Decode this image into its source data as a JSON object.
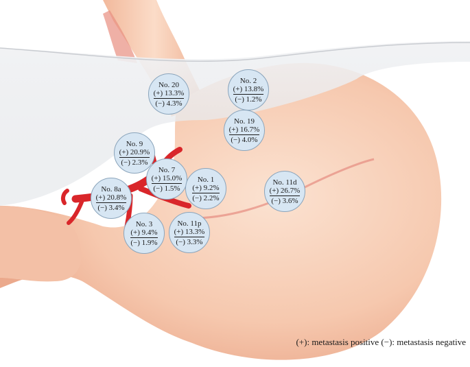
{
  "nodes": [
    {
      "label": "No. 20",
      "positive": "(+) 13.3%",
      "negative": "(−) 4.3%"
    },
    {
      "label": "No. 2",
      "positive": "(+) 13.8%",
      "negative": "(−) 1.2%"
    },
    {
      "label": "No. 19",
      "positive": "(+) 16.7%",
      "negative": "(−) 4.0%"
    },
    {
      "label": "No. 9",
      "positive": "(+) 20.9%",
      "negative": "(−) 2.3%"
    },
    {
      "label": "No. 7",
      "positive": "(+) 15.0%",
      "negative": "(−) 1.5%"
    },
    {
      "label": "No. 1",
      "positive": "(+) 9.2%",
      "negative": "(−) 2.2%"
    },
    {
      "label": "No. 11d",
      "positive": "(+) 26.7%",
      "negative": "(−) 3.6%"
    },
    {
      "label": "No. 8a",
      "positive": "(+) 20.8%",
      "negative": "(−) 3.4%"
    },
    {
      "label": "No. 3",
      "positive": "(+) 9.4%",
      "negative": "(−) 1.9%"
    },
    {
      "label": "No. 11p",
      "positive": "(+) 13.3%",
      "negative": "(−) 3.3%"
    }
  ],
  "legend": "(+): metastasis positive (−): metastasis negative",
  "colors": {
    "node_fill": "#d7e6f3",
    "stomach": "#f6c8b0",
    "artery": "#d9262a",
    "omentum": "#e9eaec"
  }
}
